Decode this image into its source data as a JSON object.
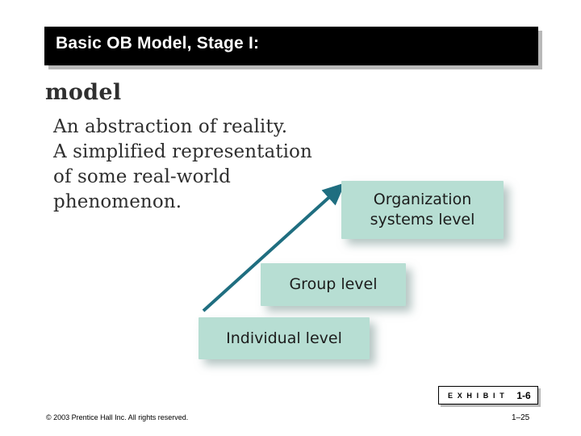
{
  "slide": {
    "title": "Basic OB Model, Stage I:",
    "definition": {
      "term": "model",
      "lines": [
        "An abstraction of reality.",
        "A simplified representation",
        "of some real-world",
        "phenomenon."
      ]
    },
    "diagram": {
      "steps": [
        {
          "label": "Organization systems level"
        },
        {
          "label": "Group level"
        },
        {
          "label": "Individual level"
        }
      ],
      "arrow_name": "upward-arrow",
      "box_color": "#b7ded3",
      "arrow_color": "#1f6e80"
    },
    "exhibit": {
      "label": "E X H I B I T",
      "number": "1-6"
    },
    "footer": {
      "copyright": "© 2003 Prentice Hall Inc. All rights reserved.",
      "page": "1–25"
    }
  }
}
